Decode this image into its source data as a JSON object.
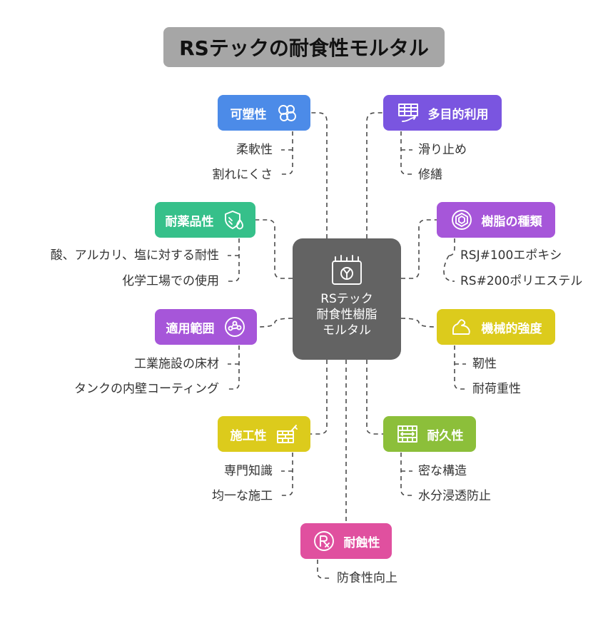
{
  "title": "RSテックの耐食性モルタル",
  "center": {
    "line1": "RSテック",
    "line2": "耐食性樹脂",
    "line3": "モルタル",
    "icon": "mortar-tub-icon"
  },
  "branches": {
    "plasticity": {
      "label": "可塑性",
      "icon": "bubbles-icon",
      "color": "#4c8be8",
      "items": [
        "柔軟性",
        "割れにくさ"
      ]
    },
    "chemical": {
      "label": "耐薬品性",
      "icon": "shield-drop-icon",
      "color": "#36c08a",
      "items": [
        "酸、アルカリ、塩に対する耐性",
        "化学工場での使用"
      ]
    },
    "application": {
      "label": "適用範囲",
      "icon": "network-icon",
      "color": "#a656d9",
      "items": [
        "工業施設の床材",
        "タンクの内壁コーティング"
      ]
    },
    "workability": {
      "label": "施工性",
      "icon": "brick-trowel-icon",
      "color": "#dccb1c",
      "items": [
        "専門知識",
        "均一な施工"
      ]
    },
    "corrosion": {
      "label": "耐蝕性",
      "icon": "prescription-icon",
      "color": "#e0509f",
      "items": [
        "防食性向上"
      ]
    },
    "multipurpose": {
      "label": "多目的利用",
      "icon": "grid-arrow-icon",
      "color": "#7a55e0",
      "items": [
        "滑り止め",
        "修繕"
      ]
    },
    "resin": {
      "label": "樹脂の種類",
      "icon": "hexagon-icon",
      "color": "#a656d9",
      "items": [
        "RSJ#100エポキシ",
        "RS#200ポリエステル"
      ]
    },
    "mechanical": {
      "label": "機械的強度",
      "icon": "arm-strength-icon",
      "color": "#dccb1c",
      "items": [
        "靭性",
        "耐荷重性"
      ]
    },
    "durability": {
      "label": "耐久性",
      "icon": "ruler-grid-icon",
      "color": "#8cbf3a",
      "items": [
        "密な構造",
        "水分浸透防止"
      ]
    }
  }
}
